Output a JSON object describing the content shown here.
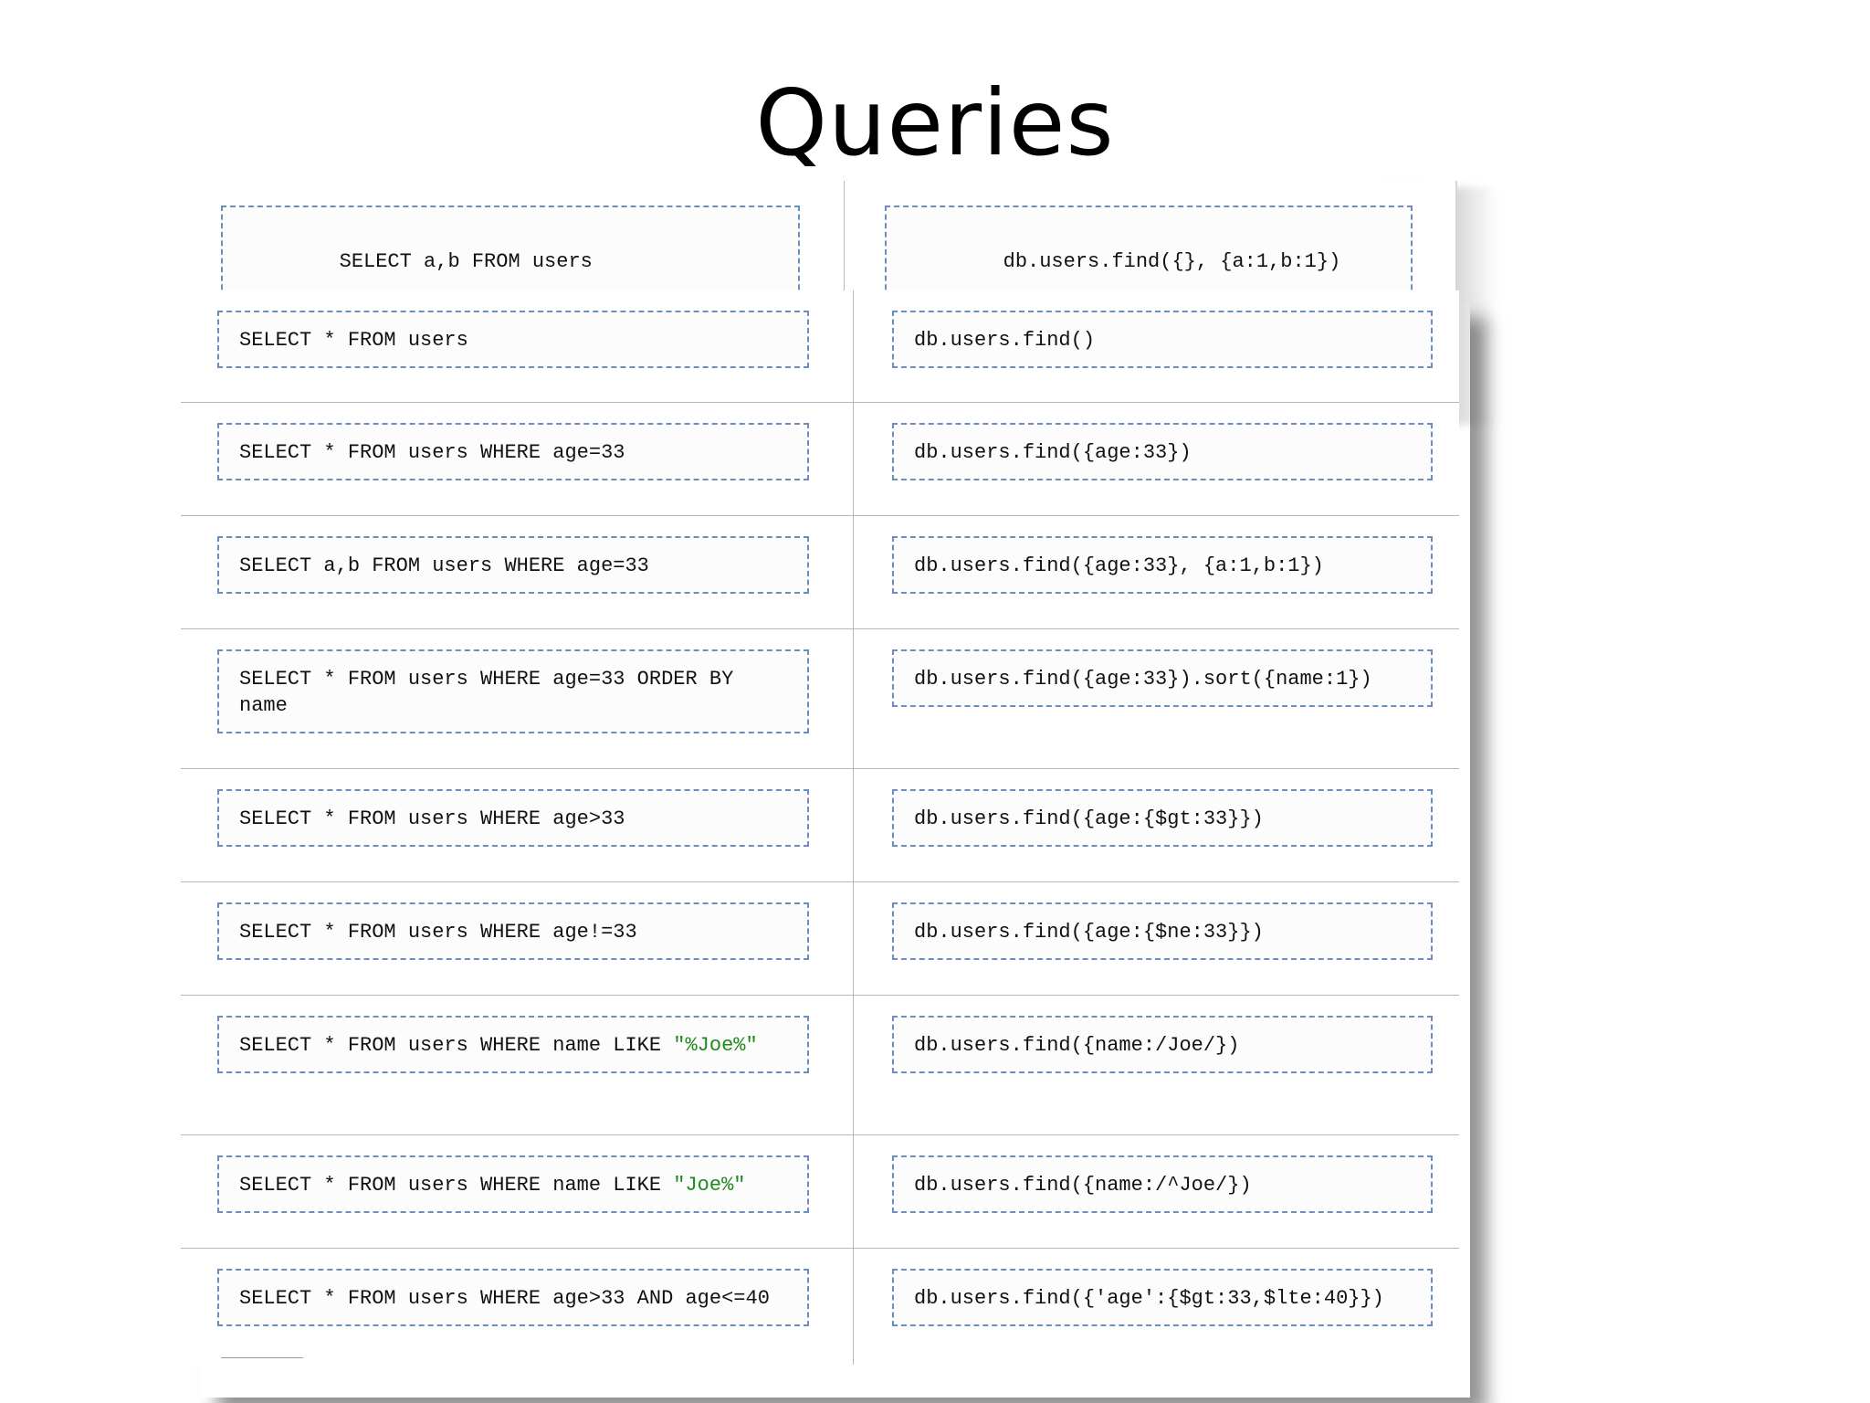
{
  "slide": {
    "title": "Queries"
  },
  "top_row": {
    "sql": "SELECT a,b FROM users",
    "mongo": "db.users.find({}, {a:1,b:1})"
  },
  "rows": [
    {
      "sql": "SELECT * FROM users",
      "sql_string": "",
      "mongo": "db.users.find()"
    },
    {
      "sql": "SELECT * FROM users WHERE age=33",
      "sql_string": "",
      "mongo": "db.users.find({age:33})"
    },
    {
      "sql": "SELECT a,b FROM users WHERE age=33",
      "sql_string": "",
      "mongo": "db.users.find({age:33}, {a:1,b:1})"
    },
    {
      "sql": "SELECT * FROM users WHERE age=33 ORDER BY name",
      "sql_string": "",
      "mongo": "db.users.find({age:33}).sort({name:1})"
    },
    {
      "sql": "SELECT * FROM users WHERE age>33",
      "sql_string": "",
      "mongo": "db.users.find({age:{$gt:33}})"
    },
    {
      "sql": "SELECT * FROM users WHERE age!=33",
      "sql_string": "",
      "mongo": "db.users.find({age:{$ne:33}})"
    },
    {
      "sql": "SELECT * FROM users WHERE name LIKE ",
      "sql_string": "\"%Joe%\"",
      "mongo": "db.users.find({name:/Joe/})"
    },
    {
      "sql": "SELECT * FROM users WHERE name LIKE ",
      "sql_string": "\"Joe%\"",
      "mongo": "db.users.find({name:/^Joe/})"
    },
    {
      "sql": "SELECT * FROM users WHERE age>33 AND age<=40",
      "sql_string": "",
      "mongo": "db.users.find({'age':{$gt:33,$lte:40}})"
    }
  ],
  "colors": {
    "string_literal": "#1d8a1d",
    "box_border": "#6c8ebf"
  }
}
